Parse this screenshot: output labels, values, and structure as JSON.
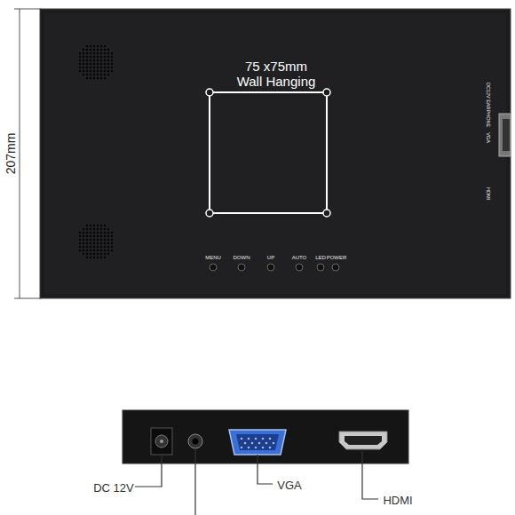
{
  "diagram": {
    "labels": [
      "207mm",
      "75 x75mm",
      "Wall Hanging",
      "MENU",
      "DOWN",
      "UP",
      "AUTO",
      "LED",
      "POWER",
      "DC12V EARPHONE",
      "VGA",
      "HDMI",
      "DC 12V",
      "VGA",
      "HDMI"
    ]
  }
}
